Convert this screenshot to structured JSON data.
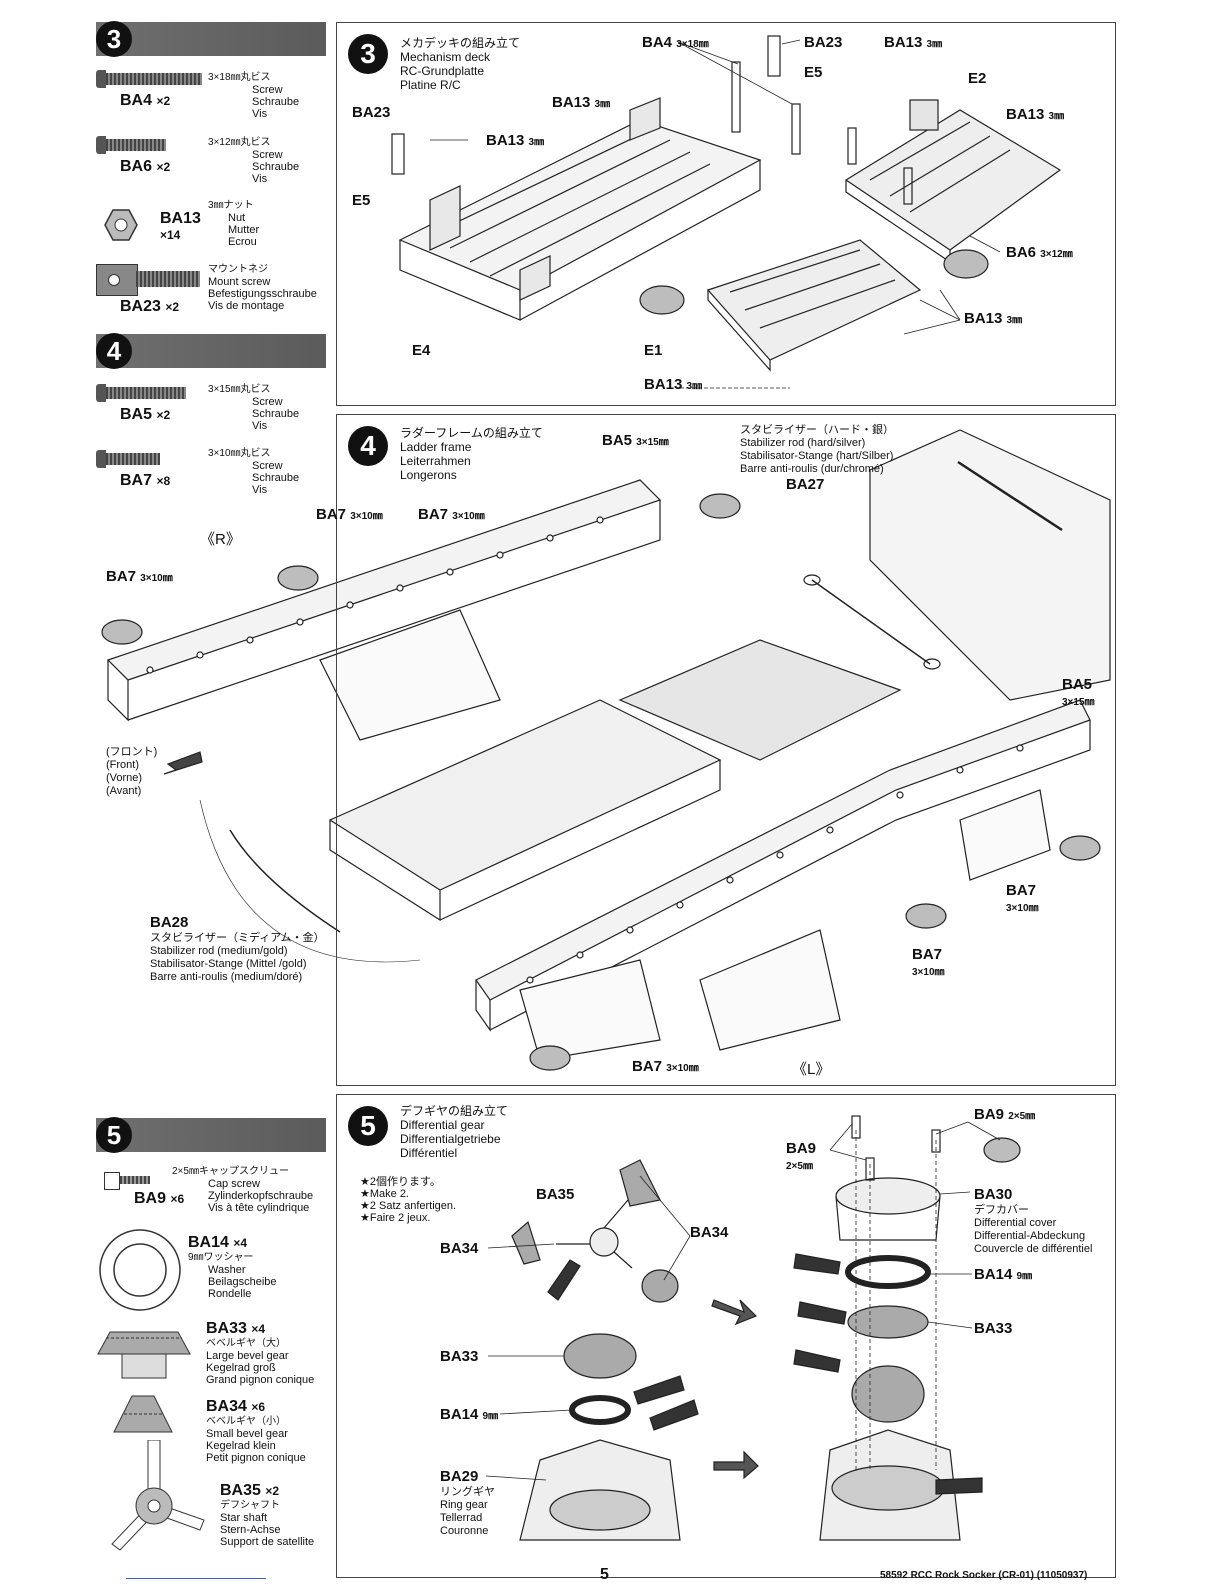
{
  "sidebar": {
    "step3": {
      "number": "3",
      "parts": [
        {
          "code": "BA4",
          "qty": "×2",
          "desc": [
            "3×18㎜丸ビス",
            "Screw",
            "Schraube",
            "Vis"
          ]
        },
        {
          "code": "BA6",
          "qty": "×2",
          "desc": [
            "3×12㎜丸ビス",
            "Screw",
            "Schraube",
            "Vis"
          ]
        },
        {
          "code": "BA13",
          "qty": "×14",
          "desc": [
            "3㎜ナット",
            "Nut",
            "Mutter",
            "Ecrou"
          ]
        },
        {
          "code": "BA23",
          "qty": "×2",
          "desc": [
            "マウントネジ",
            "Mount screw",
            "Befestigungsschraube",
            "Vis de montage"
          ]
        }
      ]
    },
    "step4": {
      "number": "4",
      "parts": [
        {
          "code": "BA5",
          "qty": "×2",
          "desc": [
            "3×15㎜丸ビス",
            "Screw",
            "Schraube",
            "Vis"
          ]
        },
        {
          "code": "BA7",
          "qty": "×8",
          "desc": [
            "3×10㎜丸ビス",
            "Screw",
            "Schraube",
            "Vis"
          ]
        }
      ]
    },
    "step5": {
      "number": "5",
      "parts": [
        {
          "code": "BA9",
          "qty": "×6",
          "desc": [
            "2×5㎜キャップスクリュー",
            "Cap screw",
            "Zylinderkopfschraube",
            "Vis à tête cylindrique"
          ]
        },
        {
          "code": "BA14",
          "qty": "×4",
          "desc": [
            "9㎜ワッシャー",
            "Washer",
            "Beilagscheibe",
            "Rondelle"
          ]
        },
        {
          "code": "BA33",
          "qty": "×4",
          "desc": [
            "ベベルギヤ（大）",
            "Large bevel gear",
            "Kegelrad groß",
            "Grand pignon conique"
          ]
        },
        {
          "code": "BA34",
          "qty": "×6",
          "desc": [
            "ベベルギヤ（小）",
            "Small bevel gear",
            "Kegelrad klein",
            "Petit pignon conique"
          ]
        },
        {
          "code": "BA35",
          "qty": "×2",
          "desc": [
            "デフシャフト",
            "Star shaft",
            "Stern-Achse",
            "Support de satellite"
          ]
        }
      ]
    }
  },
  "panel3": {
    "number": "3",
    "title": [
      "メカデッキの組み立て",
      "Mechanism deck",
      "RC-Grundplatte",
      "Platine R/C"
    ],
    "labels": {
      "ba4": "BA4",
      "ba4_size": "3×18㎜",
      "ba23a": "BA23",
      "ba23b": "BA23",
      "e5a": "E5",
      "e5b": "E5",
      "ba13_a": "BA13",
      "ba13_b": "BA13",
      "ba13_c": "BA13",
      "ba13_d": "BA13",
      "ba13_e": "BA13",
      "ba13_f": "BA13",
      "mm3": "3㎜",
      "e2": "E2",
      "e4": "E4",
      "e1": "E1",
      "ba6": "BA6",
      "ba6_size": "3×12㎜"
    }
  },
  "panel4": {
    "number": "4",
    "title": [
      "ラダーフレームの組み立て",
      "Ladder frame",
      "Leiterrahmen",
      "Longerons"
    ],
    "stabilizer_hard": [
      "スタビライザー（ハード・銀）",
      "Stabilizer rod (hard/silver)",
      "Stabilisator-Stange (hart/Silber)",
      "Barre anti-roulis (dur/chromé)"
    ],
    "stabilizer_medium": [
      "スタビライザー（ミディアム・金）",
      "Stabilizer rod (medium/gold)",
      "Stabilisator-Stange (Mittel /gold)",
      "Barre anti-roulis (medium/doré)"
    ],
    "front": [
      "(フロント)",
      "(Front)",
      "(Vorne)",
      "(Avant)"
    ],
    "labels": {
      "ba5": "BA5",
      "ba5_size": "3×15㎜",
      "ba7": "BA7",
      "ba7_size": "3×10㎜",
      "ba27": "BA27",
      "ba28": "BA28",
      "r": "《R》",
      "l": "《L》"
    }
  },
  "panel5": {
    "number": "5",
    "title": [
      "デフギヤの組み立て",
      "Differential gear",
      "Differentialgetriebe",
      "Différentiel"
    ],
    "notes": [
      "★2個作ります。",
      "★Make 2.",
      "★2 Satz anfertigen.",
      "★Faire 2 jeux."
    ],
    "ba30": [
      "デフカバー",
      "Differential cover",
      "Differential-Abdeckung",
      "Couvercle de différentiel"
    ],
    "ba29": [
      "リングギヤ",
      "Ring gear",
      "Tellerrad",
      "Couronne"
    ],
    "labels": {
      "ba9": "BA9",
      "ba9_size": "2×5㎜",
      "ba35": "BA35",
      "ba34": "BA34",
      "ba33": "BA33",
      "ba14": "BA14",
      "ba14_size": "9㎜",
      "ba30": "BA30",
      "ba29": "BA29"
    }
  },
  "footer": {
    "page": "5",
    "product": "58592 RCC Rock Socker (CR-01) (11050937)"
  }
}
